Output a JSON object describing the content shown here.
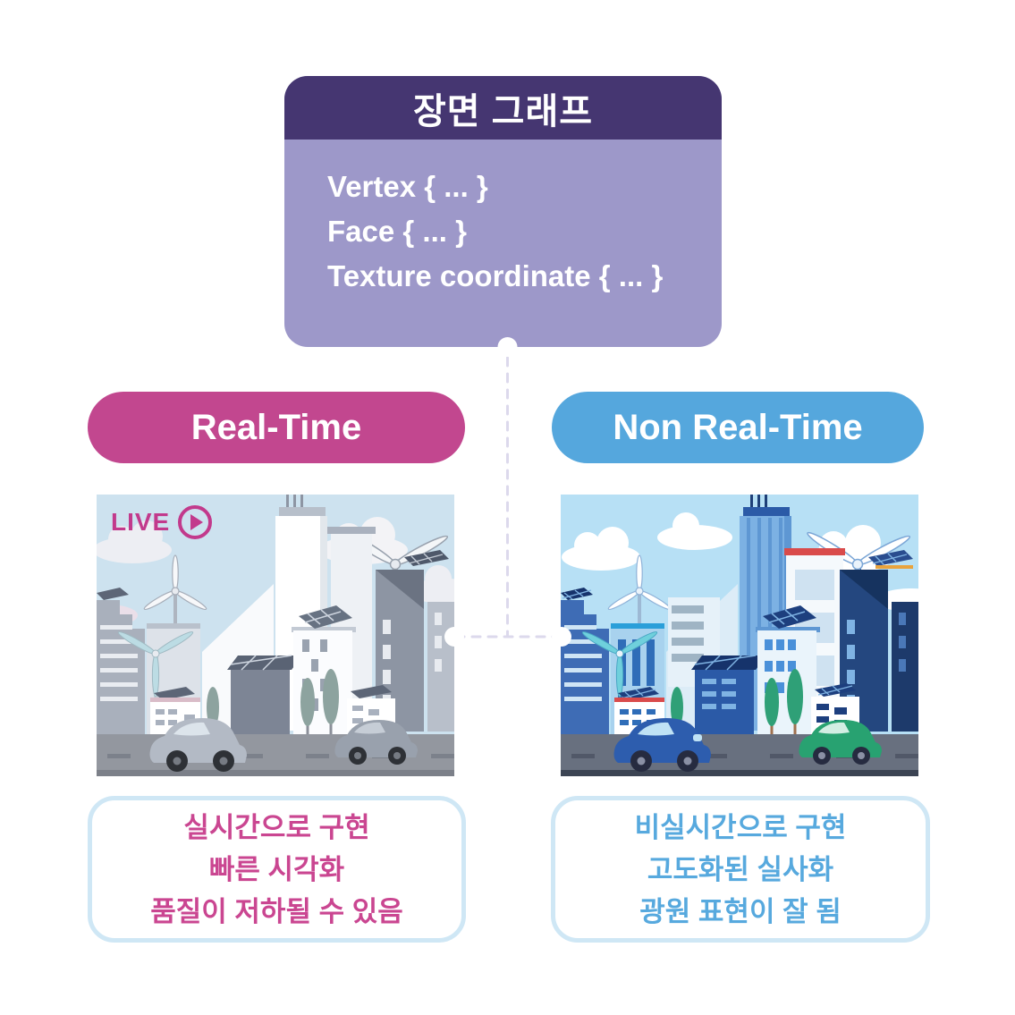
{
  "scene_graph_box": {
    "title": "장면 그래프",
    "lines": [
      "Vertex { ... }",
      "Face { ... }",
      "Texture coordinate { ... }"
    ]
  },
  "left_branch": {
    "label": "Real-Time",
    "live_badge": "LIVE",
    "notes": [
      "실시간으로 구현",
      "빠른 시각화",
      "품질이 저하될 수 있음"
    ]
  },
  "right_branch": {
    "label": "Non Real-Time",
    "notes": [
      "비실시간으로 구현",
      "고도화된 실사화",
      "광원 표현이 잘 됨"
    ]
  },
  "icons": {
    "play": "play-icon"
  },
  "colors": {
    "scene_header_purple": "#453671",
    "scene_body_purple": "#9d98c9",
    "realtime_pink": "#c2478f",
    "realtime_text_pink": "#ca4691",
    "live_magenta": "#c23a8c",
    "nonrealtime_blue": "#55a7dd",
    "nonrealtime_text_blue": "#57a9de",
    "note_box_border": "#cfe7f5",
    "connector_dash": "#dcd9ec"
  }
}
